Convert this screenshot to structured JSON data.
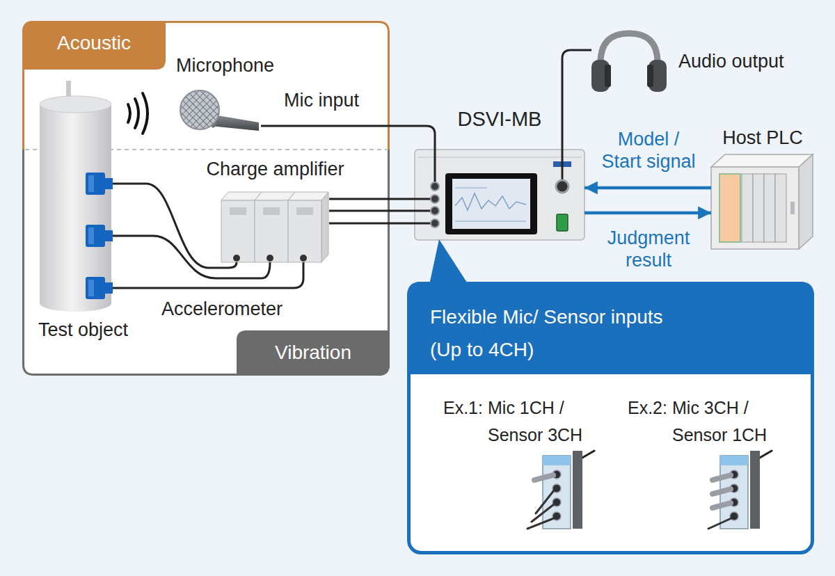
{
  "diagram": {
    "nodes": [
      {
        "text": [
          "Acoustic",
          "Vibration"
        ]
      },
      {
        "text": [
          "Test object"
        ],
        "in": 0
      },
      {
        "text": [
          "Microphone"
        ],
        "in": 0
      },
      {
        "text": [
          "Charge amplifier"
        ],
        "in": 0
      },
      {
        "text": [
          "DSVI-MB"
        ]
      },
      {
        "text": [
          "Audio output"
        ]
      },
      {
        "text": [
          "Host PLC"
        ]
      },
      {
        "text": [
          "Flexible Mic/ Sensor inputs (Up to 4CH)"
        ]
      }
    ],
    "edges": [
      {
        "from": 2,
        "to": 4,
        "label": "Mic input",
        "arrow": "none"
      },
      {
        "from": 1,
        "to": 3,
        "arrow": "none"
      },
      {
        "from": 1,
        "to": 3,
        "arrow": "none"
      },
      {
        "from": 1,
        "to": 3,
        "arrow": "none"
      },
      {
        "from": 3,
        "to": 4,
        "arrow": "none"
      },
      {
        "from": 3,
        "to": 4,
        "arrow": "none"
      },
      {
        "from": 3,
        "to": 4,
        "arrow": "none"
      },
      {
        "from": 4,
        "to": 5,
        "arrow": "none"
      },
      {
        "from": 6,
        "to": 4,
        "label": "Model / Start signal",
        "arrow": "to"
      },
      {
        "from": 4,
        "to": 6,
        "label": "Judgment result",
        "arrow": "to"
      }
    ],
    "labels": [
      "Accelerometer",
      "Ex.1:",
      "Mic 1CH / Sensor 3CH",
      "Ex.2:",
      "Mic 3CH / Sensor 1CH"
    ]
  }
}
